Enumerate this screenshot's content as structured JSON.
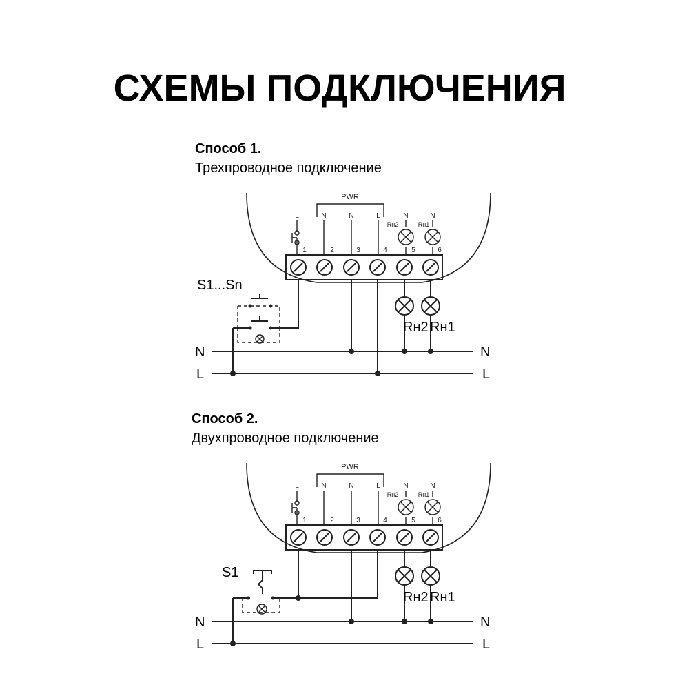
{
  "title": "СХЕМЫ ПОДКЛЮЧЕНИЯ",
  "schemes": [
    {
      "heading": "Способ 1.",
      "subheading": "Трехпроводное подключение",
      "switch_label": "S1...Sn",
      "pwr_label": "PWR",
      "terminal_letters": [
        "L",
        "N",
        "N",
        "L",
        "Rн2",
        "Rн1"
      ],
      "terminal_numbers": [
        "1",
        "2",
        "3",
        "4",
        "5",
        "6"
      ],
      "lamp_top_n": [
        "N",
        "N"
      ],
      "load_labels": [
        "Rн2",
        "Rн1"
      ],
      "line_labels": {
        "neutral_left": "N",
        "neutral_right": "N",
        "live_left": "L",
        "live_right": "L"
      }
    },
    {
      "heading": "Способ 2.",
      "subheading": "Двухпроводное подключение",
      "switch_label": "S1",
      "pwr_label": "PWR",
      "terminal_letters": [
        "L",
        "N",
        "N",
        "L",
        "Rн2",
        "Rн1"
      ],
      "terminal_numbers": [
        "1",
        "2",
        "3",
        "4",
        "5",
        "6"
      ],
      "lamp_top_n": [
        "N",
        "N"
      ],
      "load_labels": [
        "Rн2",
        "Rн1"
      ],
      "line_labels": {
        "neutral_left": "N",
        "neutral_right": "N",
        "live_left": "L",
        "live_right": "L"
      }
    }
  ]
}
